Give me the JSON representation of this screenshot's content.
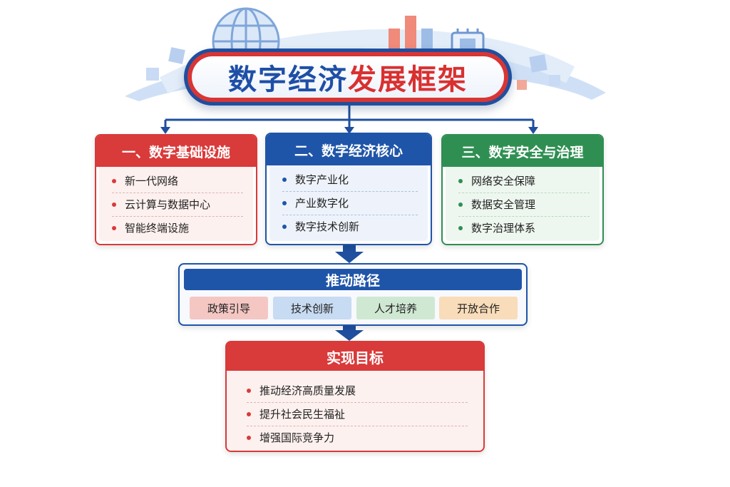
{
  "title": {
    "part1": "数字经济",
    "part2": "发展框架"
  },
  "pillars": [
    {
      "heading": "一、数字基础设施",
      "items": [
        "新一代网络",
        "云计算与数据中心",
        "智能终端设施"
      ]
    },
    {
      "heading": "二、数字经济核心",
      "items": [
        "数字产业化",
        "产业数字化",
        "数字技术创新"
      ]
    },
    {
      "heading": "三、数字安全与治理",
      "items": [
        "网络安全保障",
        "数据安全管理",
        "数字治理体系"
      ]
    }
  ],
  "path": {
    "heading": "推动路径",
    "chips": [
      "政策引导",
      "技术创新",
      "人才培养",
      "开放合作"
    ]
  },
  "goal": {
    "heading": "实现目标",
    "items": [
      "推动经济高质量发展",
      "提升社会民生福祉",
      "增强国际竞争力"
    ]
  },
  "colors": {
    "blue": "#1f55a8",
    "red": "#d93a3a",
    "green": "#2f8f52",
    "chip_red": "#f4c7c3",
    "chip_blue": "#c7dbf2",
    "chip_green": "#cfe8d2",
    "chip_orange": "#f9dcb9"
  }
}
